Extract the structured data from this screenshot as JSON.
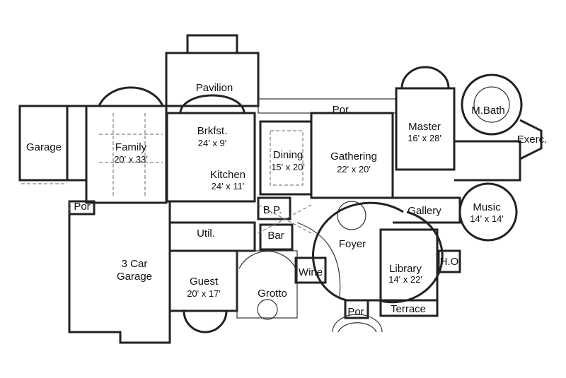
{
  "rooms": [
    {
      "id": "pavilion",
      "name": "Pavilion",
      "size": ""
    },
    {
      "id": "por-top",
      "name": "Por.",
      "size": ""
    },
    {
      "id": "garage",
      "name": "Garage",
      "size": ""
    },
    {
      "id": "family",
      "name": "Family",
      "size": "20' x 33'"
    },
    {
      "id": "brkfst",
      "name": "Brkfst.",
      "size": "24' x 9'"
    },
    {
      "id": "kitchen",
      "name": "Kitchen",
      "size": "24' x 11'"
    },
    {
      "id": "dining",
      "name": "Dining",
      "size": "15' x 20'"
    },
    {
      "id": "gathering",
      "name": "Gathering",
      "size": "22' x 20'"
    },
    {
      "id": "master",
      "name": "Master",
      "size": "16' x 28'"
    },
    {
      "id": "mbath",
      "name": "M.Bath",
      "size": ""
    },
    {
      "id": "exerc",
      "name": "Exerc.",
      "size": ""
    },
    {
      "id": "music",
      "name": "Music",
      "size": "14' x 14'"
    },
    {
      "id": "gallery",
      "name": "Gallery",
      "size": ""
    },
    {
      "id": "bp",
      "name": "B.P.",
      "size": ""
    },
    {
      "id": "bar",
      "name": "Bar",
      "size": ""
    },
    {
      "id": "util",
      "name": "Util.",
      "size": ""
    },
    {
      "id": "foyer",
      "name": "Foyer",
      "size": ""
    },
    {
      "id": "library",
      "name": "Library",
      "size": "14' x 22'"
    },
    {
      "id": "ho",
      "name": "H.O",
      "size": ""
    },
    {
      "id": "wine",
      "name": "Wine",
      "size": ""
    },
    {
      "id": "guest",
      "name": "Guest",
      "size": "20' x 17'"
    },
    {
      "id": "grotto",
      "name": "Grotto",
      "size": ""
    },
    {
      "id": "por-front",
      "name": "Por",
      "size": ""
    },
    {
      "id": "terrace",
      "name": "Terrace",
      "size": ""
    },
    {
      "id": "car-garage",
      "name": "3 Car",
      "size": "Garage"
    },
    {
      "id": "por-left",
      "name": "Por",
      "size": ""
    }
  ]
}
